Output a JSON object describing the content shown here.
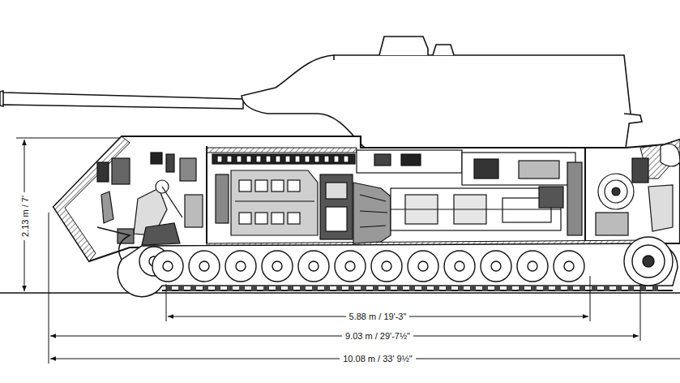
{
  "diagram": {
    "labels": [
      "2.13 m / 7'",
      "5.88 m / 19'-3\"",
      "9.03 m / 29'-7½\"",
      "10.08 m / 33' 9½\""
    ]
  }
}
